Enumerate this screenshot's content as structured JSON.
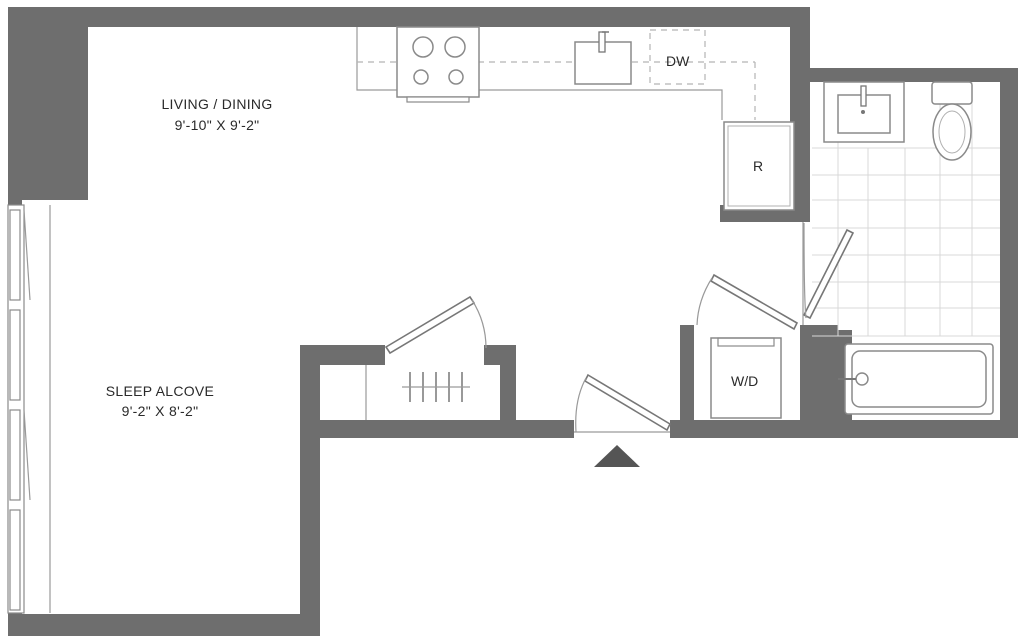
{
  "rooms": {
    "living": {
      "name": "LIVING / DINING",
      "dims": "9'-10\" X 9'-2\""
    },
    "sleep": {
      "name": "SLEEP ALCOVE",
      "dims": "9'-2\" X 8'-2\""
    }
  },
  "appliances": {
    "dishwasher": "DW",
    "refrigerator": "R",
    "washer_dryer": "W/D"
  },
  "colors": {
    "wall": "#6e6e6e",
    "fixture_line": "#8a8a8a",
    "tile_grid": "#d8d8d8",
    "entry_marker": "#555555"
  }
}
